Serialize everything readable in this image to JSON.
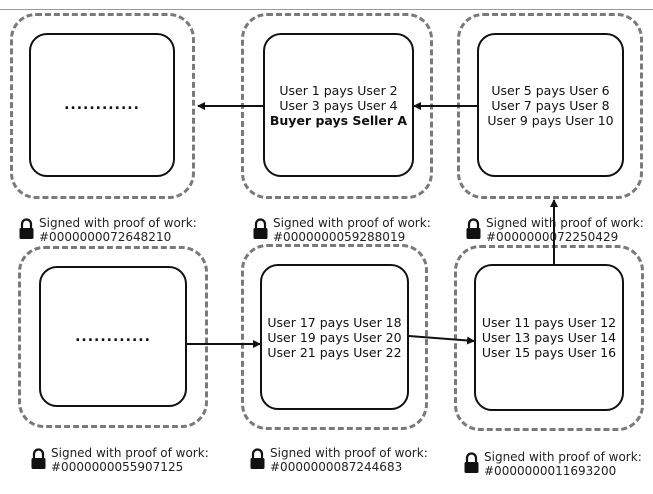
{
  "blocks": [
    {
      "id": "b1",
      "lines": [],
      "ellipsis": "............",
      "signature": {
        "label": "Signed with proof of work:",
        "hash": "#0000000072648210"
      }
    },
    {
      "id": "b2",
      "lines": [
        "User 1 pays User 2",
        "User 3 pays User 4"
      ],
      "bold_line": "Buyer pays Seller A",
      "signature": {
        "label": "Signed with proof of work:",
        "hash": "#0000000059288019"
      }
    },
    {
      "id": "b3",
      "lines": [
        "User 5 pays User 6",
        "User 7 pays User 8",
        "User 9 pays User 10"
      ],
      "signature": {
        "label": "Signed with proof of work:",
        "hash": "#0000000072250429"
      }
    },
    {
      "id": "b4",
      "lines": [],
      "ellipsis": "............",
      "signature": {
        "label": "Signed with proof of work:",
        "hash": "#0000000055907125"
      }
    },
    {
      "id": "b5",
      "lines": [
        "User 17 pays User 18",
        "User 19 pays User 20",
        "User 21 pays User 22"
      ],
      "signature": {
        "label": "Signed with proof of work:",
        "hash": "#0000000087244683"
      }
    },
    {
      "id": "b6",
      "lines": [
        "User 11 pays User 12",
        "User 13 pays User 14",
        "User 15 pays User 16"
      ],
      "signature": {
        "label": "Signed with proof of work:",
        "hash": "#0000000011693200"
      }
    }
  ],
  "icons": {
    "signature": "padlock-icon"
  },
  "colors": {
    "outer_border": "#7a7a7a",
    "inner_border": "#111111",
    "arrow": "#111111"
  }
}
